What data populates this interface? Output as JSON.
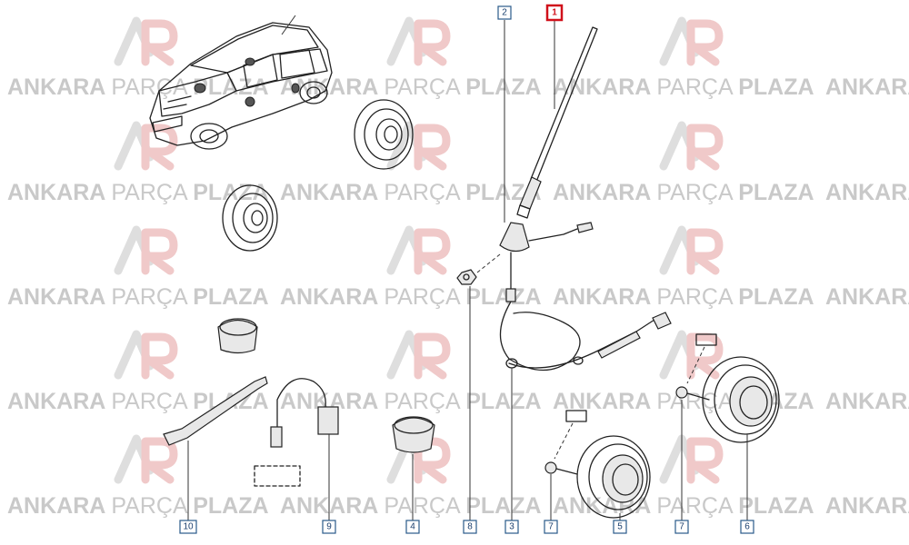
{
  "watermark": {
    "word1": "ANKARA",
    "word2": "PARÇA",
    "word3": "PLAZA"
  },
  "callouts": [
    {
      "id": "1",
      "label": "1",
      "highlighted": true
    },
    {
      "id": "2",
      "label": "2",
      "highlighted": false
    },
    {
      "id": "3",
      "label": "3",
      "highlighted": false
    },
    {
      "id": "4",
      "label": "4",
      "highlighted": false
    },
    {
      "id": "5",
      "label": "5",
      "highlighted": false
    },
    {
      "id": "6",
      "label": "6",
      "highlighted": false
    },
    {
      "id": "7a",
      "label": "7",
      "highlighted": false
    },
    {
      "id": "7b",
      "label": "7",
      "highlighted": false
    },
    {
      "id": "8",
      "label": "8",
      "highlighted": false
    },
    {
      "id": "9",
      "label": "9",
      "highlighted": false
    },
    {
      "id": "10",
      "label": "10",
      "highlighted": false
    }
  ],
  "colors": {
    "highlight": "#d0101a",
    "callout": "#2a5a8a",
    "watermark_logo": "#f0c9c9",
    "watermark_text": "#c9c9c9"
  }
}
